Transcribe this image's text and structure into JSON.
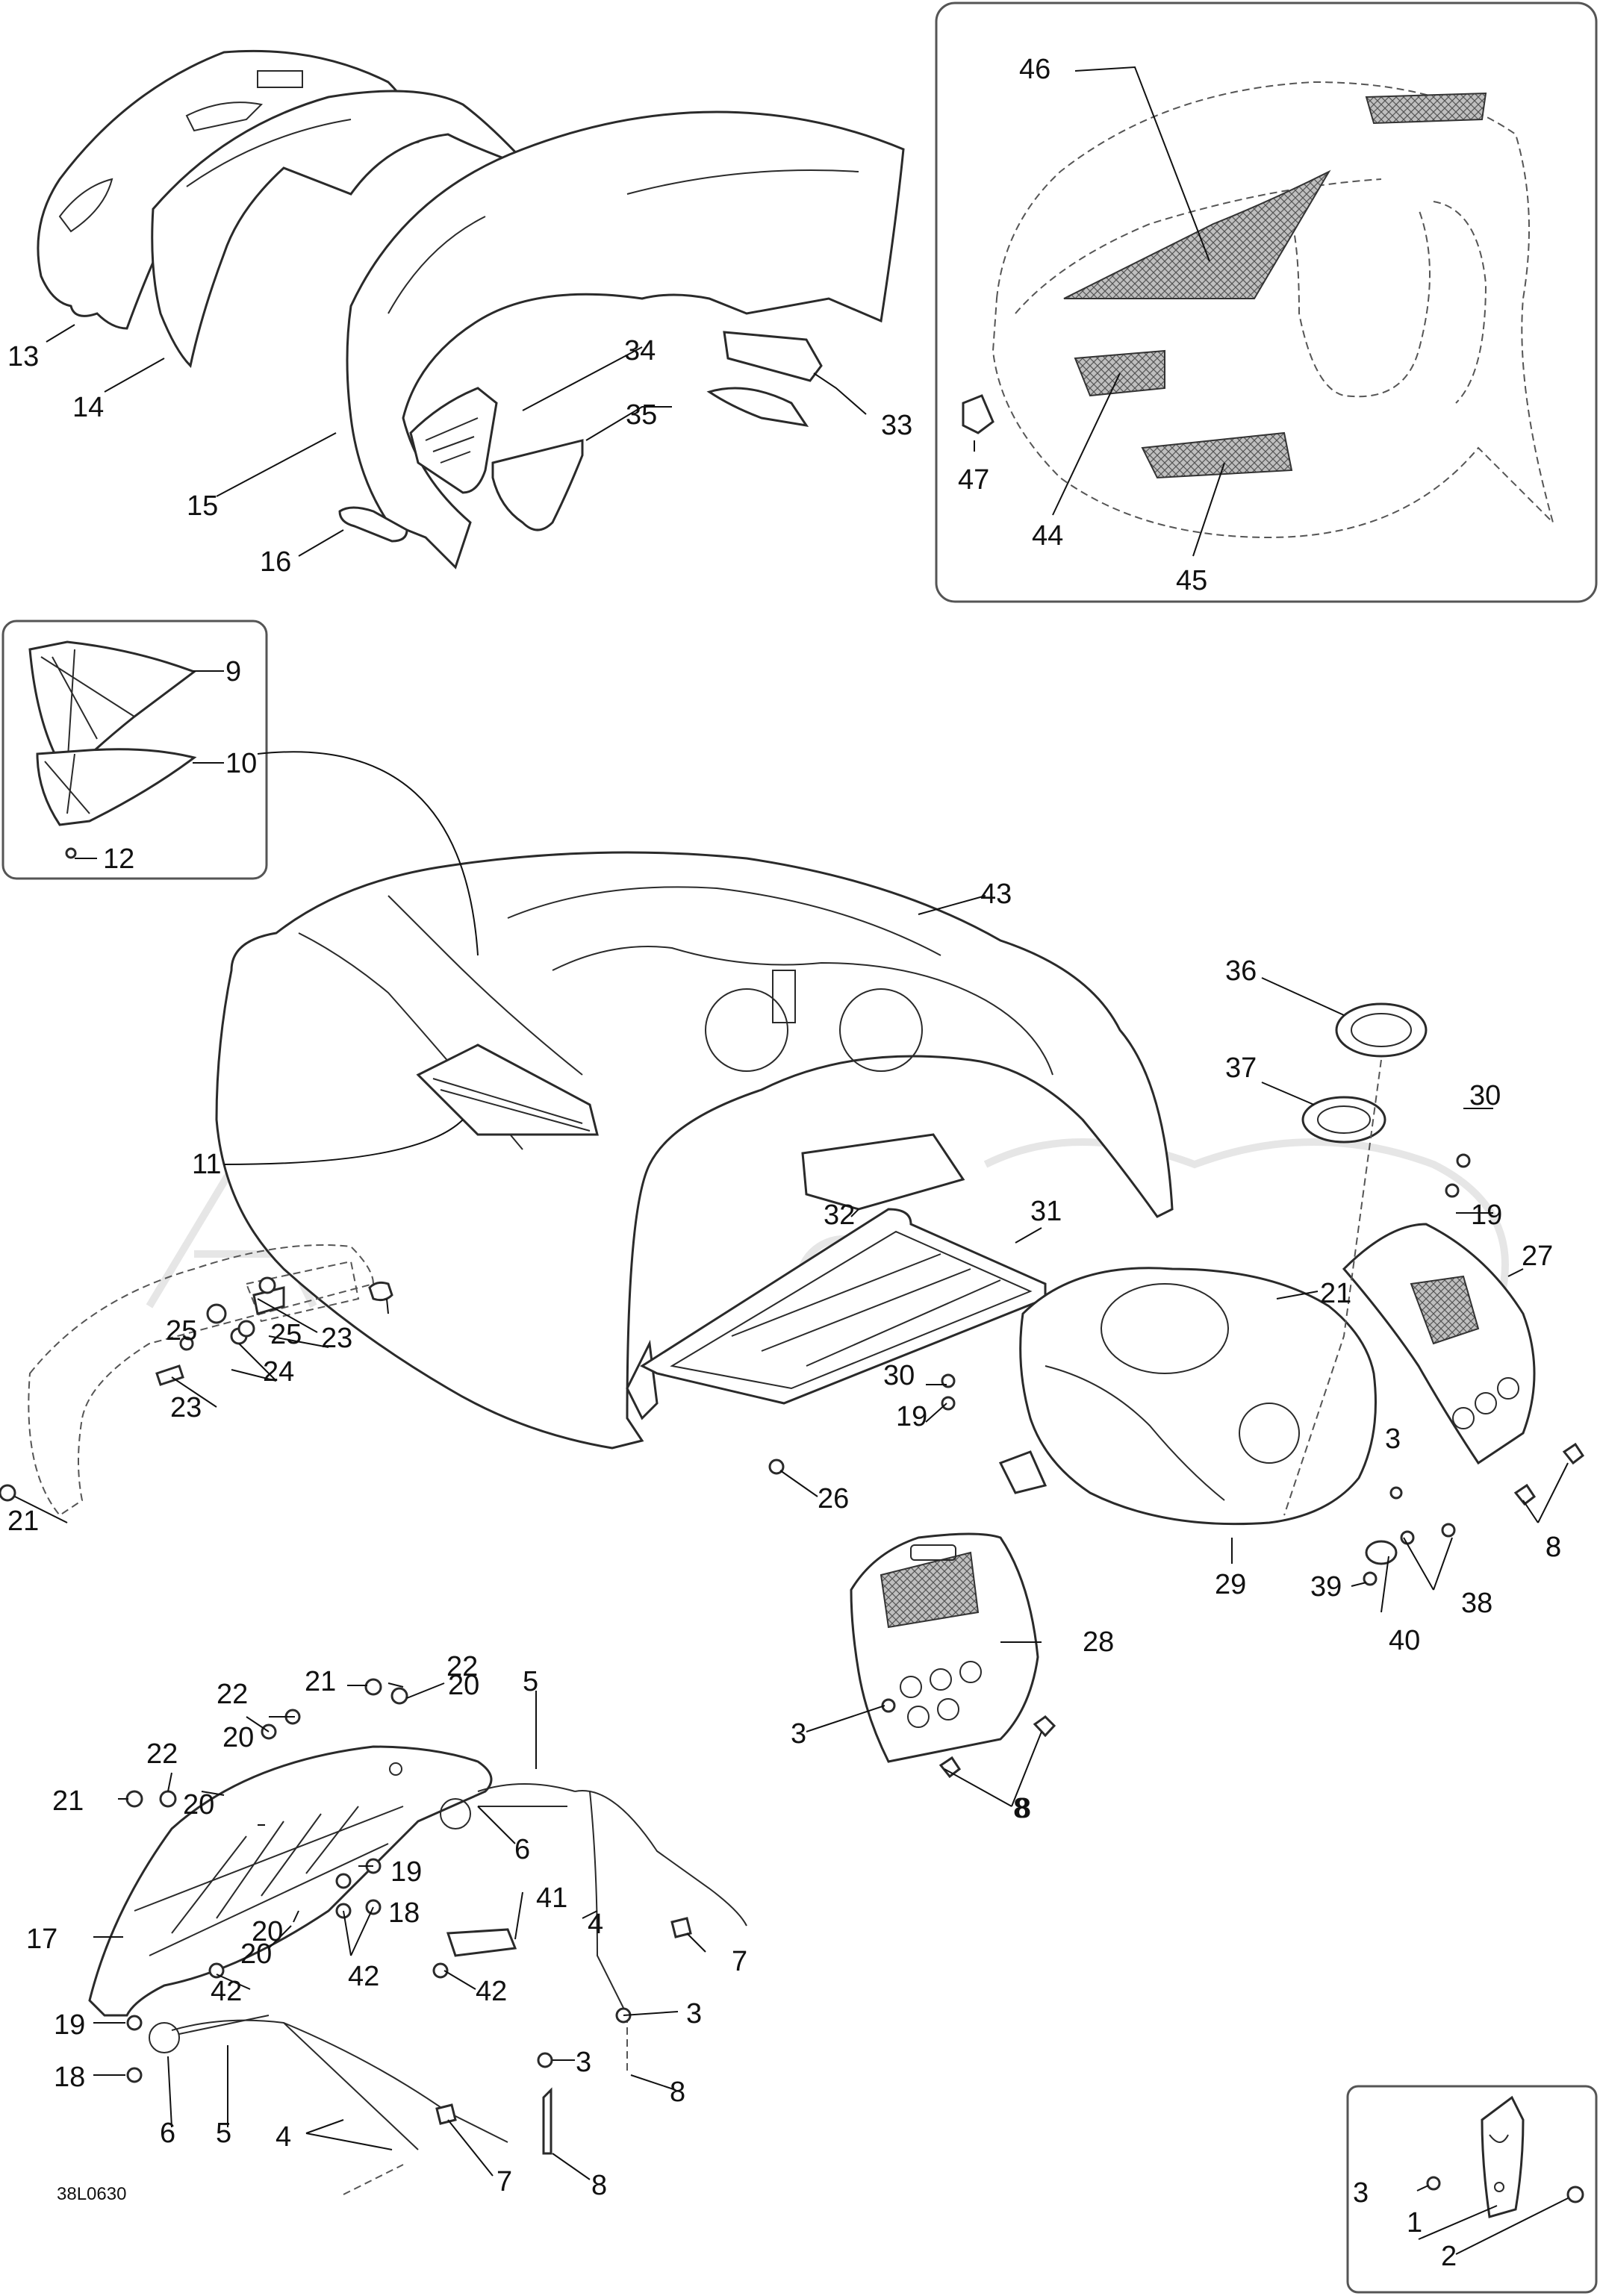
{
  "drawing_code": "38L0630",
  "callouts": [
    {
      "label": "1"
    },
    {
      "label": "2"
    },
    {
      "label": "3"
    },
    {
      "label": "3"
    },
    {
      "label": "3"
    },
    {
      "label": "3"
    },
    {
      "label": "3"
    },
    {
      "label": "4"
    },
    {
      "label": "4"
    },
    {
      "label": "5"
    },
    {
      "label": "5"
    },
    {
      "label": "6"
    },
    {
      "label": "6"
    },
    {
      "label": "7"
    },
    {
      "label": "7"
    },
    {
      "label": "8"
    },
    {
      "label": "8"
    },
    {
      "label": "8"
    },
    {
      "label": "8"
    },
    {
      "label": "9"
    },
    {
      "label": "10"
    },
    {
      "label": "11"
    },
    {
      "label": "12"
    },
    {
      "label": "13"
    },
    {
      "label": "14"
    },
    {
      "label": "15"
    },
    {
      "label": "16"
    },
    {
      "label": "17"
    },
    {
      "label": "18"
    },
    {
      "label": "18"
    },
    {
      "label": "19"
    },
    {
      "label": "19"
    },
    {
      "label": "19"
    },
    {
      "label": "19"
    },
    {
      "label": "20"
    },
    {
      "label": "20"
    },
    {
      "label": "20"
    },
    {
      "label": "20"
    },
    {
      "label": "20"
    },
    {
      "label": "21"
    },
    {
      "label": "21"
    },
    {
      "label": "21"
    },
    {
      "label": "21"
    },
    {
      "label": "22"
    },
    {
      "label": "22"
    },
    {
      "label": "22"
    },
    {
      "label": "23"
    },
    {
      "label": "23"
    },
    {
      "label": "24"
    },
    {
      "label": "25"
    },
    {
      "label": "25"
    },
    {
      "label": "26"
    },
    {
      "label": "27"
    },
    {
      "label": "28"
    },
    {
      "label": "29"
    },
    {
      "label": "30"
    },
    {
      "label": "30"
    },
    {
      "label": "31"
    },
    {
      "label": "32"
    },
    {
      "label": "33"
    },
    {
      "label": "34"
    },
    {
      "label": "35"
    },
    {
      "label": "36"
    },
    {
      "label": "37"
    },
    {
      "label": "38"
    },
    {
      "label": "39"
    },
    {
      "label": "40"
    },
    {
      "label": "41"
    },
    {
      "label": "42"
    },
    {
      "label": "42"
    },
    {
      "label": "42"
    },
    {
      "label": "43"
    },
    {
      "label": "44"
    },
    {
      "label": "45"
    },
    {
      "label": "46"
    },
    {
      "label": "47"
    },
    {
      "label": "8"
    },
    {
      "label": "8"
    }
  ]
}
